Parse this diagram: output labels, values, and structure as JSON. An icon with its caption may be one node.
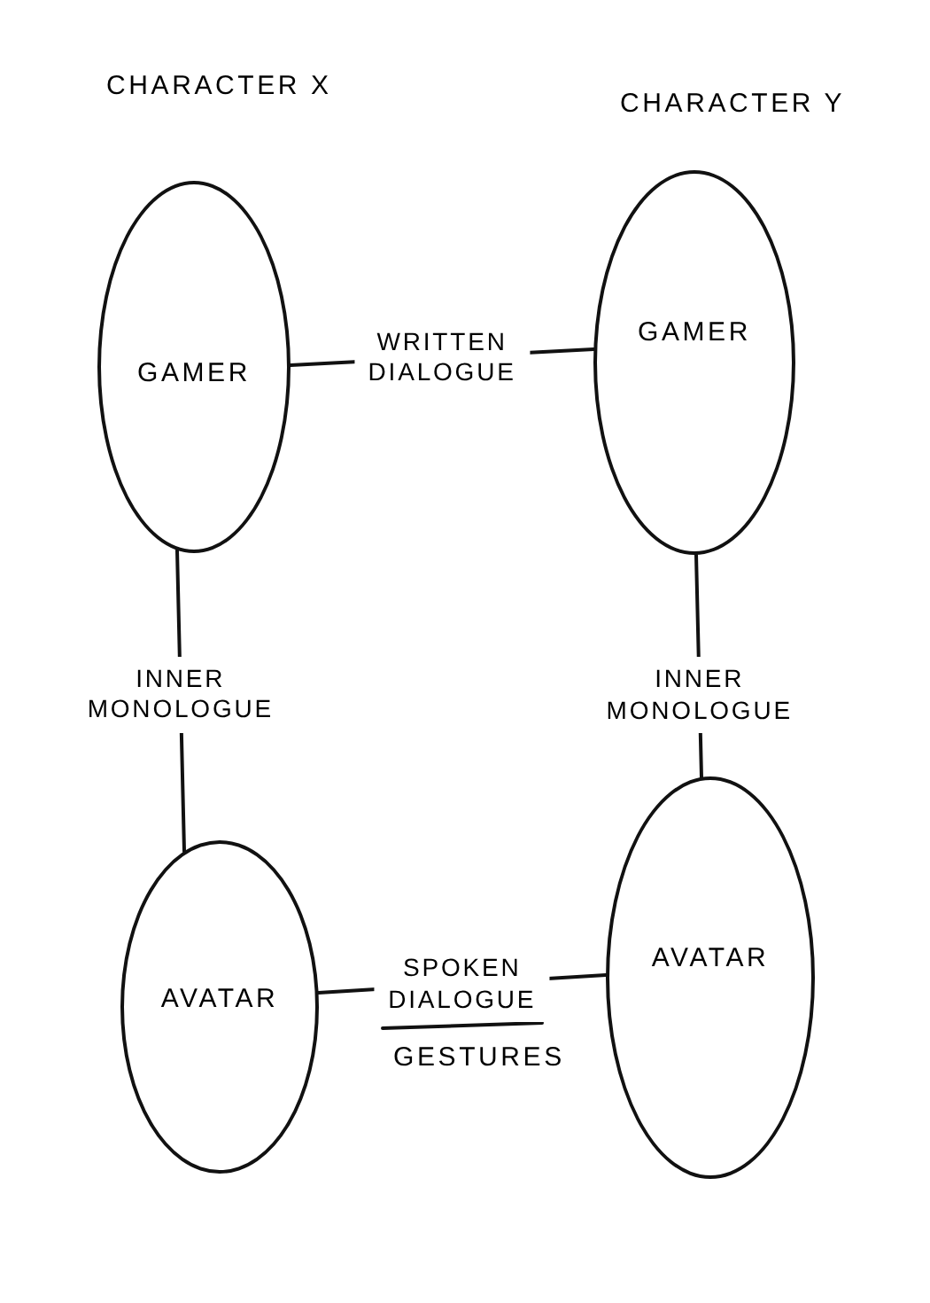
{
  "diagram": {
    "nodes": [
      {
        "text": [
          "GAMER"
        ]
      },
      {
        "text": [
          "GAMER"
        ]
      },
      {
        "text": [
          "AVATAR"
        ]
      },
      {
        "text": [
          "AVATAR"
        ]
      }
    ],
    "edges": [
      {
        "from": 0,
        "to": 1,
        "arrow": "none",
        "label": "WRITTEN DIALOGUE"
      },
      {
        "from": 0,
        "to": 2,
        "arrow": "none",
        "label": "INNER MONOLOGUE"
      },
      {
        "from": 1,
        "to": 3,
        "arrow": "none",
        "label": "INNER MONOLOGUE"
      },
      {
        "from": 2,
        "to": 3,
        "arrow": "none",
        "label": "SPOKEN DIALOGUE"
      }
    ],
    "labels": [
      "CHARACTER X",
      "CHARACTER Y",
      "GESTURES"
    ]
  }
}
